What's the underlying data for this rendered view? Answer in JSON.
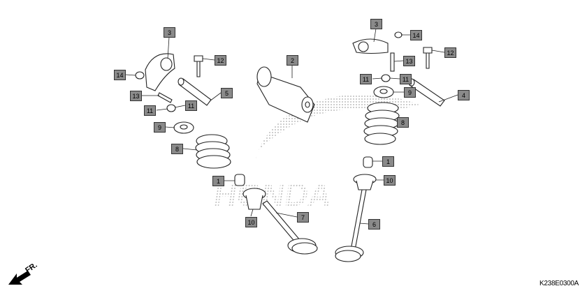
{
  "diagram_code": "K238E0300A",
  "front_indicator": "FR.",
  "watermark": "HONDA",
  "callouts": [
    {
      "label": "3"
    },
    {
      "label": "14"
    },
    {
      "label": "12"
    },
    {
      "label": "5"
    },
    {
      "label": "13"
    },
    {
      "label": "11"
    },
    {
      "label": "11"
    },
    {
      "label": "9"
    },
    {
      "label": "8"
    },
    {
      "label": "1"
    },
    {
      "label": "10"
    },
    {
      "label": "7"
    },
    {
      "label": "2"
    },
    {
      "label": "3"
    },
    {
      "label": "14"
    },
    {
      "label": "12"
    },
    {
      "label": "13"
    },
    {
      "label": "11"
    },
    {
      "label": "11"
    },
    {
      "label": "9"
    },
    {
      "label": "4"
    },
    {
      "label": "8"
    },
    {
      "label": "1"
    },
    {
      "label": "10"
    },
    {
      "label": "6"
    }
  ]
}
